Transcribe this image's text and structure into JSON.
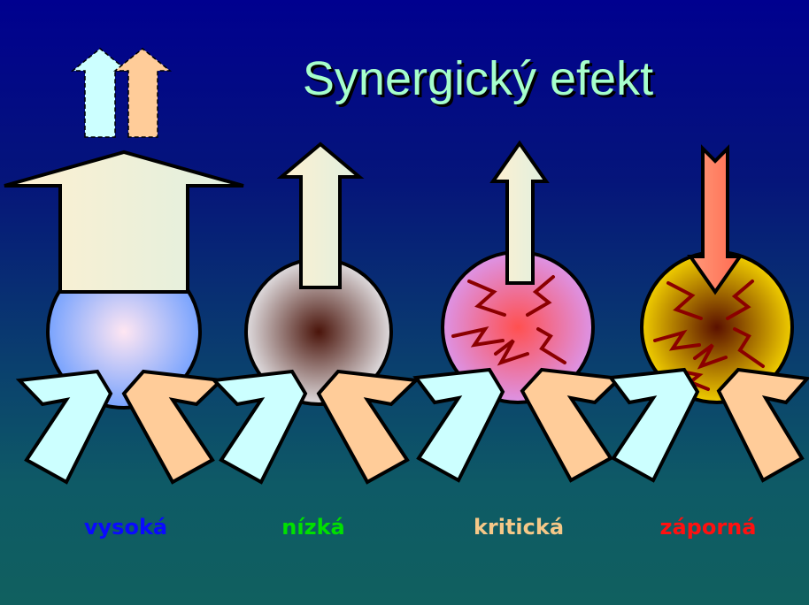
{
  "title": "Synergický efekt",
  "labels": [
    {
      "text": "vysoká",
      "color": "#0a0aff"
    },
    {
      "text": "nízká",
      "color": "#00e000"
    },
    {
      "text": "kritická",
      "color": "#f5c888"
    },
    {
      "text": "záporná",
      "color": "#ff1010"
    }
  ],
  "colors": {
    "input_a": "#ccffff",
    "input_b": "#ffcc99",
    "output": "#f2e6cc",
    "negative_output": "#ff7f63",
    "zigzag": "#8b0000"
  }
}
